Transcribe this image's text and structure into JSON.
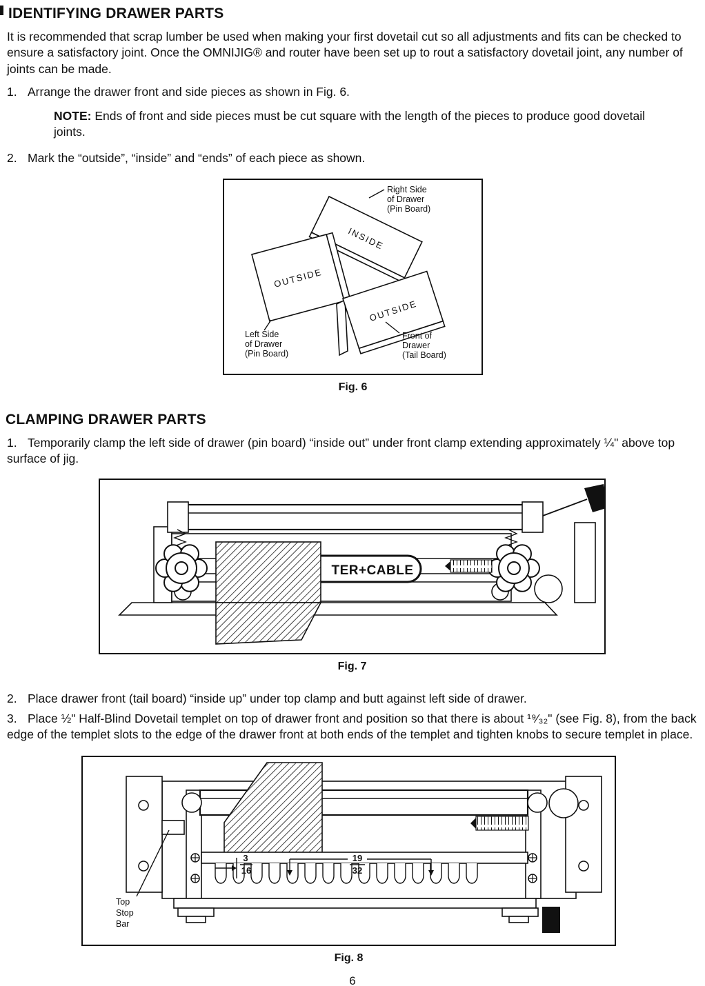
{
  "page_number": "6",
  "identifying": {
    "title": "IDENTIFYING DRAWER PARTS",
    "intro": "It is recommended that scrap lumber be used when making your first dovetail cut so all adjustments and fits can be checked to ensure a satisfactory joint. Once the OMNIJIG® and router have been set up to rout a satisfactory dovetail joint, any number of joints can be made.",
    "items": [
      {
        "num": "1.",
        "text": "Arrange the drawer front and side pieces as shown in Fig. 6."
      },
      {
        "num": "2.",
        "text": "Mark the “outside”, “inside” and “ends” of each piece as shown."
      }
    ],
    "note_label": "NOTE:",
    "note_text": "Ends of front and side pieces must be cut square with the length of the pieces to produce good dovetail joints."
  },
  "clamping": {
    "title": "CLAMPING DRAWER PARTS",
    "items": [
      {
        "num": "1.",
        "text": "Temporarily clamp the left side of drawer (pin board) “inside out” under front clamp extending approximately ¼\" above top surface of jig."
      },
      {
        "num": "2.",
        "text": "Place drawer front (tail board) “inside up” under top clamp and butt against left side of drawer."
      },
      {
        "num": "3.",
        "text": "Place ½\" Half-Blind Dovetail templet on top of drawer front and position so that there is about ¹⁹⁄₃₂\" (see Fig. 8), from the back edge of the templet slots to the edge of the drawer front at both ends of the templet and tighten knobs to secure templet in place."
      }
    ]
  },
  "fig6": {
    "caption": "Fig. 6",
    "inside_label": "INSIDE",
    "outside_left_label": "OUTSIDE",
    "outside_front_label": "OUTSIDE",
    "right_side_callout": [
      "Right Side",
      "of Drawer",
      "(Pin Board)"
    ],
    "left_side_callout": [
      "Left Side",
      "of Drawer",
      "(Pin Board)"
    ],
    "front_callout": [
      "Front of",
      "Drawer",
      "(Tail Board)"
    ]
  },
  "fig7": {
    "caption": "Fig. 7",
    "logo_text": "TER+CABLE"
  },
  "fig8": {
    "caption": "Fig. 8",
    "small_dim": {
      "num": "3",
      "den": "16"
    },
    "large_dim": {
      "num": "19",
      "den": "32"
    },
    "top_stop_bar_callout": [
      "Top",
      "Stop",
      "Bar"
    ]
  }
}
